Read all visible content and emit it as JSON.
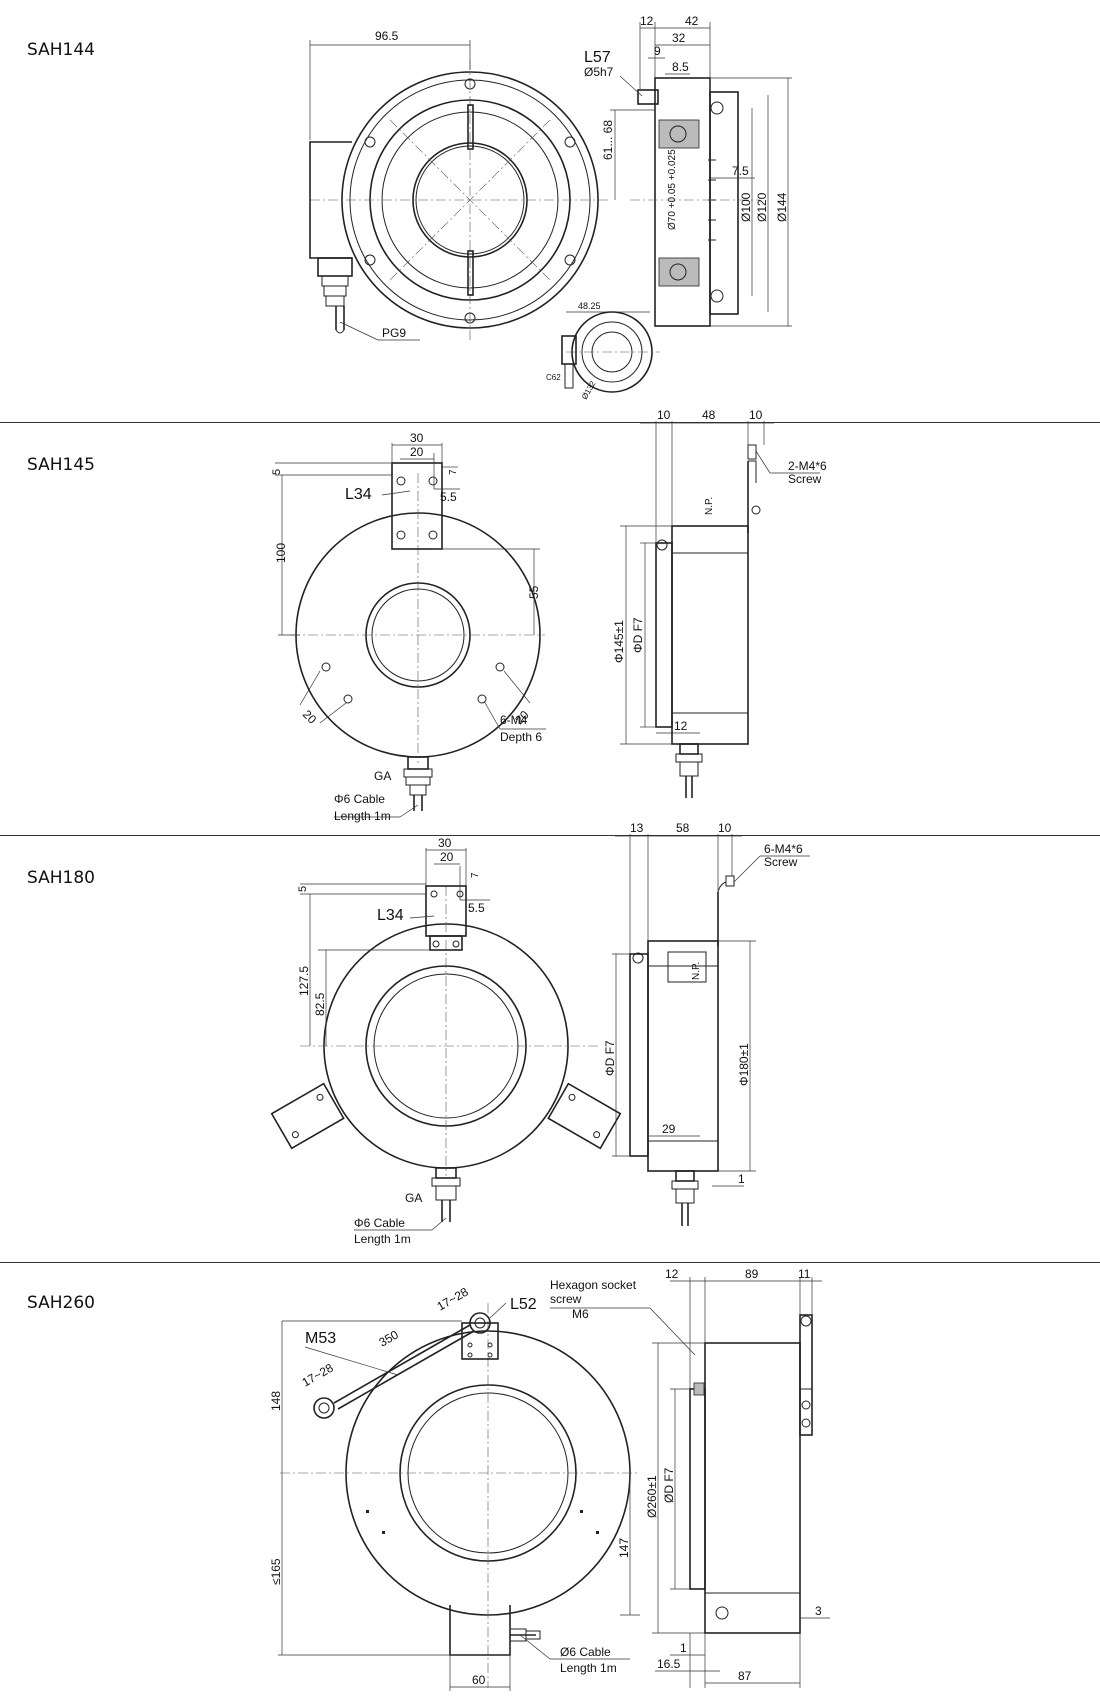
{
  "sections": [
    {
      "model": "SAH144",
      "labels": {
        "d96_5": "96.5",
        "pg9": "PG9",
        "d12": "12",
        "d42": "42",
        "d32": "32",
        "d9": "9",
        "d8_5": "8.5",
        "l57": "L57",
        "d5h7": "Ø5h7",
        "d61_68": "61... 68",
        "d7_5": "7.5",
        "d70": "Ø70 +0.05 +0.025",
        "d100": "Ø100",
        "d120": "Ø120",
        "d144": "Ø144",
        "d48_25": "48.25",
        "c62": "C62",
        "d132": "Ø132"
      }
    },
    {
      "model": "SAH145",
      "labels": {
        "d30": "30",
        "d20": "20",
        "d7": "7",
        "d5": "5",
        "d5_5": "5.5",
        "l34": "L34",
        "d100": "100",
        "d55": "55",
        "d20a": "20",
        "d20b": "20",
        "m4": "6-M4",
        "depth": "Depth 6",
        "ga": "GA",
        "cable": "Φ6 Cable",
        "length": "Length 1m",
        "d10a": "10",
        "d48": "48",
        "d10b": "10",
        "screw1": "2-M4*6",
        "screw2": "Screw",
        "np": "N.P.",
        "d145": "Φ145±1",
        "df7": "ΦD F7",
        "d12": "12"
      }
    },
    {
      "model": "SAH180",
      "labels": {
        "d30": "30",
        "d20": "20",
        "d7": "7",
        "d5": "5",
        "d5_5": "5.5",
        "l34": "L34",
        "d127_5": "127.5",
        "d82_5": "82.5",
        "ga": "GA",
        "cable": "Φ6 Cable",
        "length": "Length 1m",
        "d13": "13",
        "d58": "58",
        "d10": "10",
        "screw1": "6-M4*6",
        "screw2": "Screw",
        "np": "N.P.",
        "df7": "ΦD F7",
        "d180": "Φ180±1",
        "d29": "29",
        "d1": "1"
      }
    },
    {
      "model": "SAH260",
      "labels": {
        "d17_28a": "17~28",
        "l52": "L52",
        "hex1": "Hexagon socket",
        "hex2": "screw",
        "m6": "M6",
        "m53": "M53",
        "d350": "350",
        "d17_28b": "17~28",
        "d148": "148",
        "d165": "≤165",
        "d147": "147",
        "cable": "Ø6 Cable",
        "length": "Length 1m",
        "d60": "60",
        "d12": "12",
        "d89": "89",
        "d11": "11",
        "d260": "Ø260±1",
        "df7": "ØD F7",
        "d3": "3",
        "d1": "1",
        "d16_5": "16.5",
        "d87": "87"
      }
    }
  ]
}
